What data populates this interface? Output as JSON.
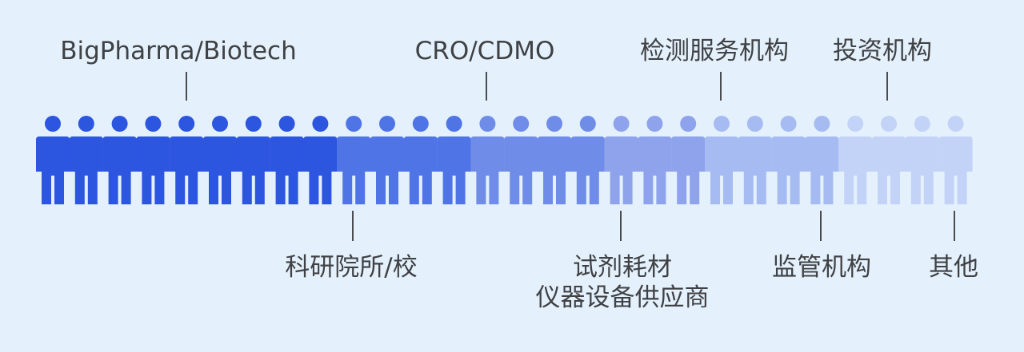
{
  "figure_count": 28,
  "colors": {
    "background": "#e4f1fc",
    "text": "#3f4144",
    "figures": [
      "#2c55e0",
      "#2c55e0",
      "#2c55e0",
      "#2c55e0",
      "#2c55e0",
      "#2c55e0",
      "#2c55e0",
      "#2c55e0",
      "#2c55e0",
      "#4f74e6",
      "#4f74e6",
      "#4f74e6",
      "#4f74e6",
      "#6f8ce8",
      "#6f8ce8",
      "#6f8ce8",
      "#6f8ce8",
      "#8ea3ec",
      "#8ea3ec",
      "#8ea3ec",
      "#a6bbf2",
      "#a6bbf2",
      "#a6bbf2",
      "#a6bbf2",
      "#c3d3f7",
      "#c3d3f7",
      "#c3d3f7",
      "#c3d3f7"
    ]
  },
  "labels": {
    "bigpharma": "BigPharma/Biotech",
    "cro": "CRO/CDMO",
    "testing": "检测服务机构",
    "investment": "投资机构",
    "research": "科研院所/校",
    "supplier_line1": "试剂耗材",
    "supplier_line2": "仪器设备供应商",
    "regulator": "监管机构",
    "other": "其他"
  }
}
